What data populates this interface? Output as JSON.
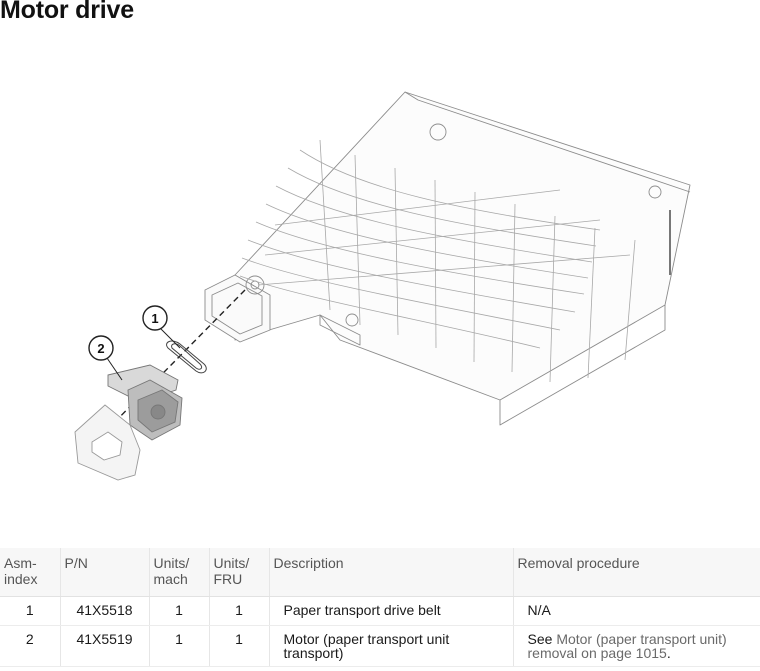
{
  "page": {
    "title": "Motor drive"
  },
  "figure": {
    "callouts": [
      "1",
      "2"
    ]
  },
  "parts_table": {
    "headers": {
      "asm_index": "Asm-\nindex",
      "pn": "P/N",
      "units_mach": "Units/\nmach",
      "units_fru": "Units/\nFRU",
      "description": "Description",
      "removal": "Removal procedure"
    },
    "rows": [
      {
        "asm_index": "1",
        "pn": "41X5518",
        "units_mach": "1",
        "units_fru": "1",
        "description": "Paper transport drive belt",
        "removal_prefix": "N/A",
        "removal_link": "",
        "removal_suffix": ""
      },
      {
        "asm_index": "2",
        "pn": "41X5519",
        "units_mach": "1",
        "units_fru": "1",
        "description": "Motor (paper transport unit transport)",
        "removal_prefix": "See ",
        "removal_link": "Motor (paper transport unit) removal on page 1015",
        "removal_suffix": "."
      }
    ]
  }
}
